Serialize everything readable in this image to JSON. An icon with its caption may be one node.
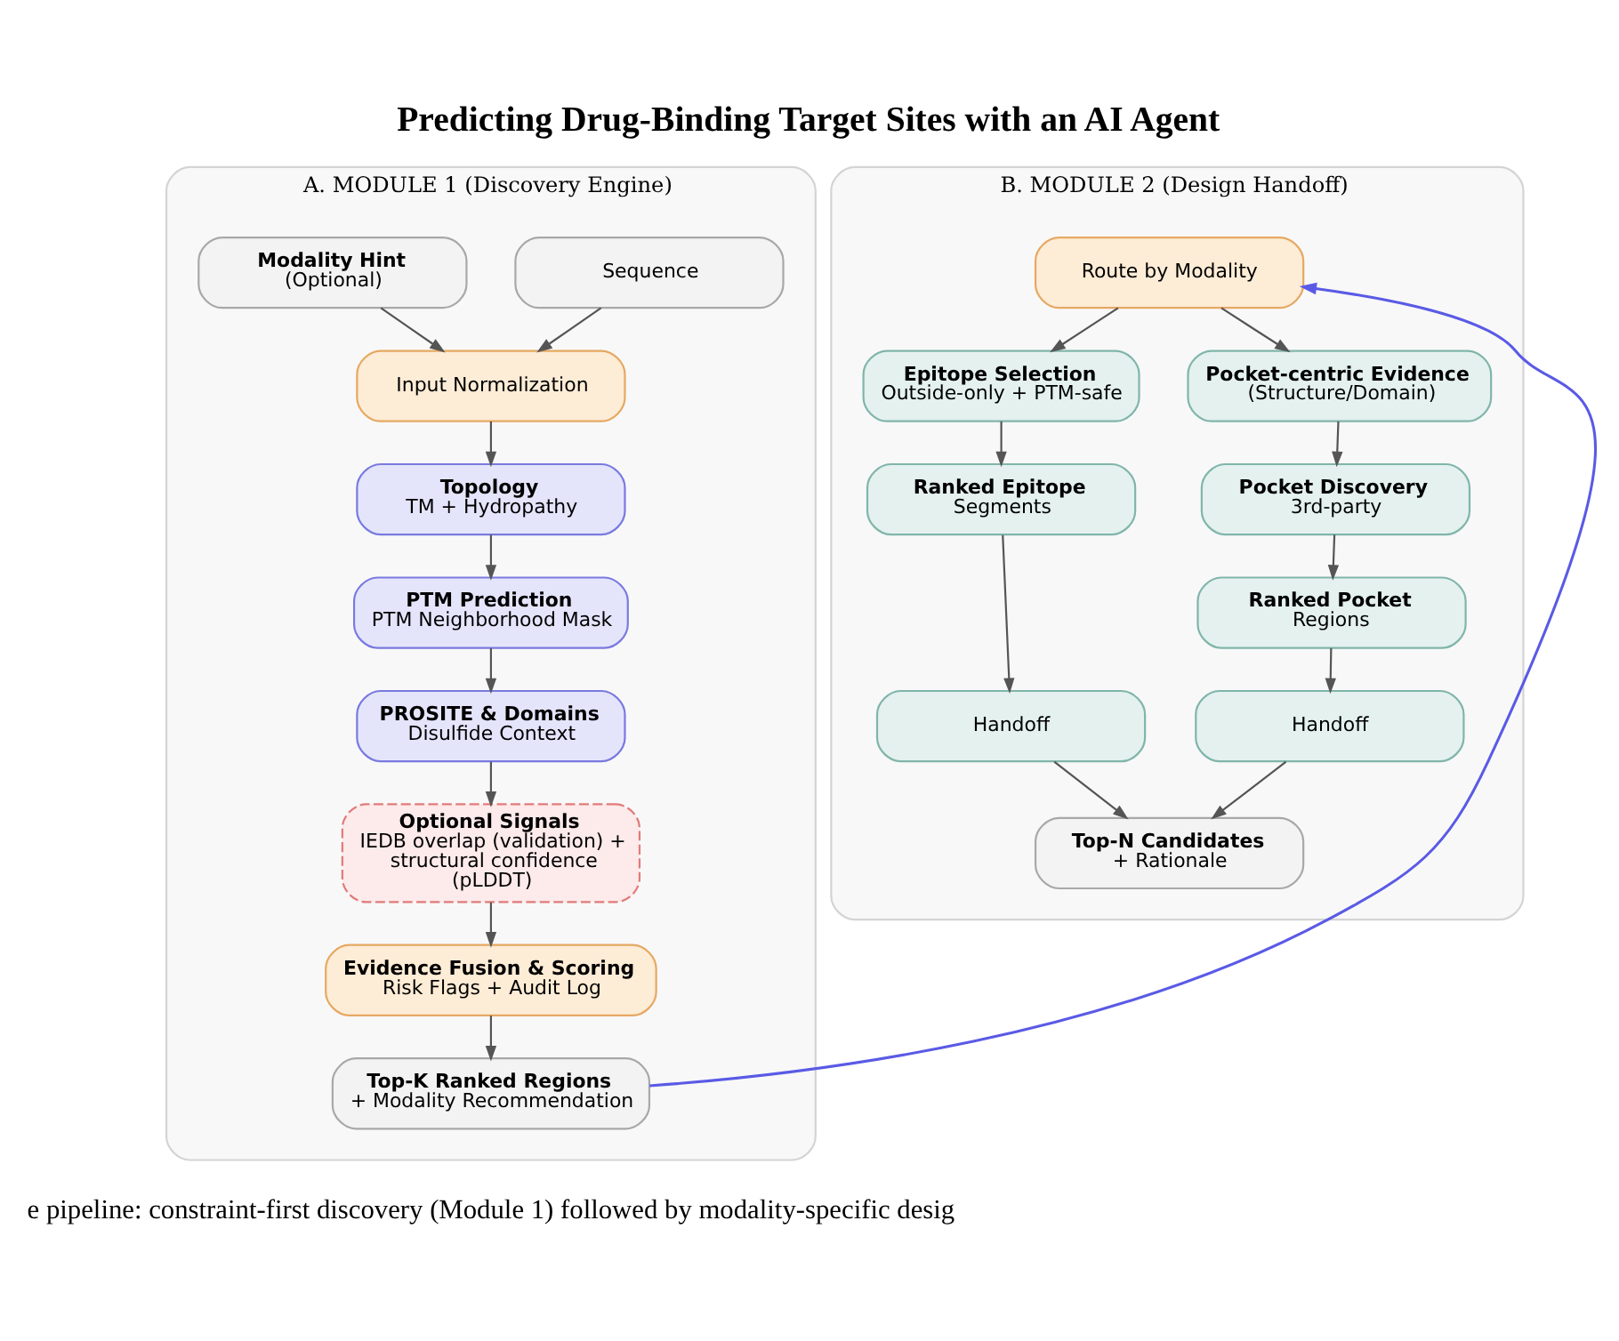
{
  "diagram": {
    "title": "Predicting Drug-Binding Target Sites with an AI Agent",
    "caption": "e pipeline: constraint-first discovery (Module 1) followed by modality-specific desig",
    "nodes": [
      {
        "text": [
          "A. MODULE 1 (Discovery Engine)"
        ]
      },
      {
        "text": [
          "Sequence"
        ],
        "in": 0
      },
      {
        "text": [
          "Modality Hint",
          "(Optional)"
        ],
        "in": 0
      },
      {
        "text": [
          "Input Normalization"
        ],
        "in": 0
      },
      {
        "text": [
          "Topology",
          "TM + Hydropathy"
        ],
        "in": 0
      },
      {
        "text": [
          "PTM Prediction",
          "PTM Neighborhood Mask"
        ],
        "in": 0
      },
      {
        "text": [
          "PROSITE & Domains",
          "Disulfide Context"
        ],
        "in": 0
      },
      {
        "text": [
          "Optional Signals",
          "IEDB overlap (validation) + structural confidence (pLDDT)"
        ],
        "in": 0
      },
      {
        "text": [
          "Evidence Fusion & Scoring",
          "Risk Flags + Audit Log"
        ],
        "in": 0
      },
      {
        "text": [
          "Top-K Ranked Regions",
          "+ Modality Recommendation"
        ],
        "in": 0
      },
      {
        "text": [
          "B. MODULE 2 (Design Handoff)"
        ]
      },
      {
        "text": [
          "Route by Modality"
        ],
        "in": 10
      },
      {
        "text": [
          "Epitope Selection",
          "Outside-only + PTM-safe"
        ],
        "in": 10
      },
      {
        "text": [
          "Pocket-centric Evidence",
          "(Structure/Domain)"
        ],
        "in": 10
      },
      {
        "text": [
          "Pocket Discovery",
          "3rd-party"
        ],
        "in": 10
      },
      {
        "text": [
          "Ranked Epitope",
          "Segments"
        ],
        "in": 10
      },
      {
        "text": [
          "Ranked Pocket",
          "Regions"
        ],
        "in": 10
      },
      {
        "text": [
          "Handoff"
        ],
        "in": 10
      },
      {
        "text": [
          "Handoff"
        ],
        "in": 10
      },
      {
        "text": [
          "Top-N Candidates",
          "+ Rationale"
        ],
        "in": 10
      }
    ],
    "edges": [
      {
        "from": 1,
        "to": 3,
        "arrow": "to"
      },
      {
        "from": 2,
        "to": 3,
        "arrow": "to"
      },
      {
        "from": 3,
        "to": 4,
        "arrow": "to"
      },
      {
        "from": 4,
        "to": 5,
        "arrow": "to"
      },
      {
        "from": 5,
        "to": 6,
        "arrow": "to"
      },
      {
        "from": 6,
        "to": 7,
        "arrow": "to"
      },
      {
        "from": 7,
        "to": 8,
        "arrow": "to"
      },
      {
        "from": 8,
        "to": 9,
        "arrow": "to"
      },
      {
        "from": 9,
        "to": 11,
        "arrow": "to",
        "color": "#5a5ae6"
      },
      {
        "from": 11,
        "to": 12,
        "arrow": "to"
      },
      {
        "from": 11,
        "to": 13,
        "arrow": "to"
      },
      {
        "from": 12,
        "to": 15,
        "arrow": "to"
      },
      {
        "from": 15,
        "to": 17,
        "arrow": "to"
      },
      {
        "from": 13,
        "to": 14,
        "arrow": "to"
      },
      {
        "from": 14,
        "to": 16,
        "arrow": "to"
      },
      {
        "from": 16,
        "to": 18,
        "arrow": "to"
      },
      {
        "from": 17,
        "to": 19,
        "arrow": "to"
      },
      {
        "from": 18,
        "to": 19,
        "arrow": "to"
      }
    ]
  }
}
